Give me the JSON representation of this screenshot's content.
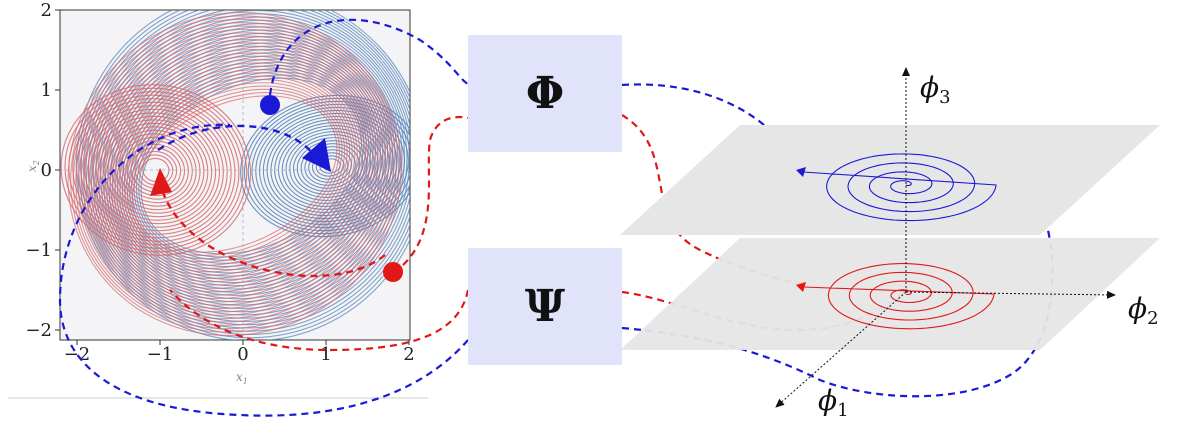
{
  "phase_plot": {
    "xlabel": "x",
    "xlabel_sub": "1",
    "ylabel": "x",
    "ylabel_sub": "2",
    "x_ticks": [
      "−2",
      "−1",
      "0",
      "1",
      "2"
    ],
    "y_ticks": [
      "2",
      "1",
      "0",
      "−1",
      "−2"
    ],
    "blue_color": "#5b87bb",
    "red_color": "#d46a6e"
  },
  "maps": {
    "encoder_symbol": "Φ",
    "decoder_symbol": "Ψ"
  },
  "latent_space": {
    "axis1": "ϕ",
    "axis1_sub": "1",
    "axis2": "ϕ",
    "axis2_sub": "2",
    "axis3": "ϕ",
    "axis3_sub": "3"
  },
  "colors": {
    "blue_path": "#1a1ad6",
    "red_path": "#e01818",
    "box_fill": "#e1e3fb",
    "plane_fill": "#e6e6e6"
  }
}
